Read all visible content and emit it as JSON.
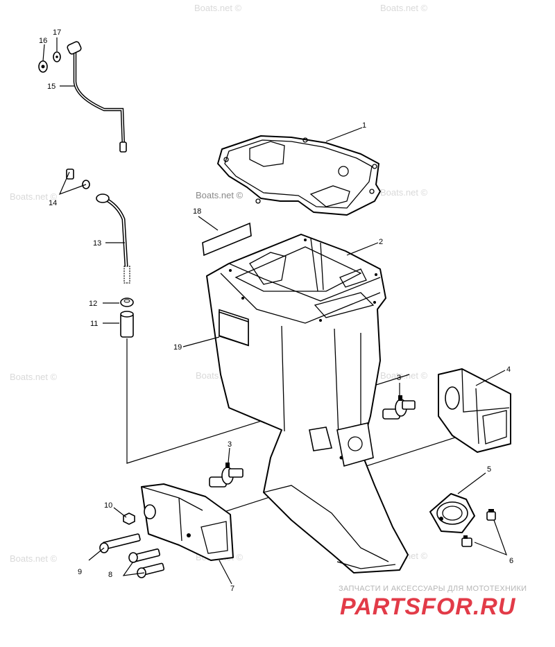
{
  "callouts": [
    {
      "id": "c1",
      "label": "1"
    },
    {
      "id": "c2",
      "label": "2"
    },
    {
      "id": "c3a",
      "label": "3"
    },
    {
      "id": "c3b",
      "label": "3"
    },
    {
      "id": "c4",
      "label": "4"
    },
    {
      "id": "c5",
      "label": "5"
    },
    {
      "id": "c6",
      "label": "6"
    },
    {
      "id": "c7",
      "label": "7"
    },
    {
      "id": "c8",
      "label": "8"
    },
    {
      "id": "c9",
      "label": "9"
    },
    {
      "id": "c10",
      "label": "10"
    },
    {
      "id": "c11",
      "label": "11"
    },
    {
      "id": "c12",
      "label": "12"
    },
    {
      "id": "c13",
      "label": "13"
    },
    {
      "id": "c14",
      "label": "14"
    },
    {
      "id": "c15",
      "label": "15"
    },
    {
      "id": "c16",
      "label": "16"
    },
    {
      "id": "c17",
      "label": "17"
    },
    {
      "id": "c18",
      "label": "18"
    },
    {
      "id": "c19",
      "label": "19"
    }
  ],
  "watermark": {
    "text": "Boats.net ©"
  },
  "brand": {
    "tagline": "ЗАПЧАСТИ И АКСЕССУАРЫ ДЛЯ МОТОТЕХНИКИ",
    "logo": "PARTSFOR.RU",
    "logo_color": "#e23b48",
    "tagline_color": "#b5b5b5"
  }
}
